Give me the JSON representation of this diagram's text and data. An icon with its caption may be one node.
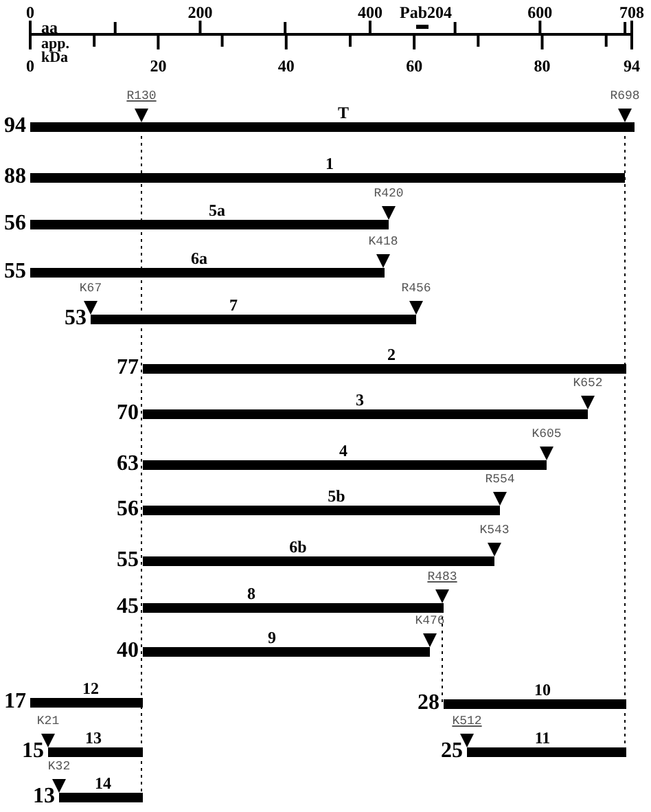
{
  "diagram": {
    "nodes": [
      {
        "text": [
          "T"
        ],
        "beside": [
          "94"
        ]
      },
      {
        "text": [
          "1"
        ],
        "beside": [
          "88"
        ]
      },
      {
        "text": [
          "5a"
        ],
        "beside": [
          "56"
        ]
      },
      {
        "text": [
          "6a"
        ],
        "beside": [
          "55"
        ]
      },
      {
        "text": [
          "7"
        ],
        "beside": [
          "53"
        ]
      },
      {
        "text": [
          "2"
        ],
        "beside": [
          "77"
        ]
      },
      {
        "text": [
          "3"
        ],
        "beside": [
          "70"
        ]
      },
      {
        "text": [
          "4"
        ],
        "beside": [
          "63"
        ]
      },
      {
        "text": [
          "5b"
        ],
        "beside": [
          "56"
        ]
      },
      {
        "text": [
          "6b"
        ],
        "beside": [
          "55"
        ]
      },
      {
        "text": [
          "8"
        ],
        "beside": [
          "45"
        ]
      },
      {
        "text": [
          "9"
        ],
        "beside": [
          "40"
        ]
      },
      {
        "text": [
          "12"
        ],
        "beside": [
          "17"
        ]
      },
      {
        "text": [
          "10"
        ],
        "beside": [
          "28"
        ]
      },
      {
        "text": [
          "13"
        ],
        "beside": [
          "15"
        ]
      },
      {
        "text": [
          "11"
        ],
        "beside": [
          "25"
        ]
      },
      {
        "text": [
          "14"
        ],
        "beside": [
          "13"
        ]
      }
    ],
    "labels": [
      "0",
      "200",
      "400",
      "Pab204",
      "600",
      "708",
      "aa",
      "app. kDa",
      "0",
      "20",
      "40",
      "60",
      "80",
      "94",
      "R130",
      "R698",
      "R420",
      "K418",
      "K67",
      "R456",
      "K652",
      "K605",
      "R554",
      "K543",
      "R483",
      "K476",
      "K21",
      "K512",
      "K32"
    ]
  }
}
